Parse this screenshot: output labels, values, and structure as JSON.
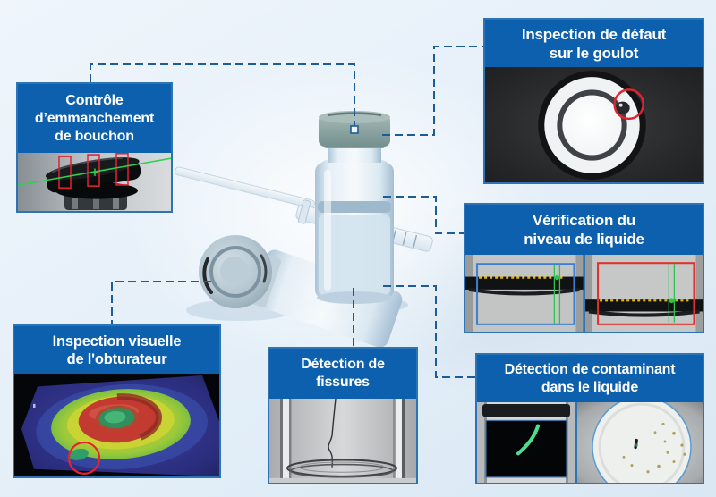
{
  "colors": {
    "header_blue": "#0d60ae",
    "border_blue": "#2e74b5",
    "connector_blue": "#1c5c99",
    "annotation_red": "#e02330",
    "annotation_green": "#2ec24e",
    "annotation_yellow": "#eab800",
    "background_light_blue": "#e6f0f9"
  },
  "callouts": [
    {
      "id": "stopper-seating",
      "title": "Contrôle\nd’emmanchement\nde bouchon",
      "image": "tilted-rubber-stopper-with-red-measure-boxes-and-green-line"
    },
    {
      "id": "neck-defect",
      "title": "Inspection de défaut\nsur le goulot",
      "image": "vial-neck-top-view-with-defect-circled-red"
    },
    {
      "id": "liquid-level",
      "title": "Vérification du\nniveau de liquide",
      "images": [
        "liquid-level-blue-roi",
        "liquid-level-red-roi"
      ]
    },
    {
      "id": "contaminant",
      "title": "Détection de contaminant\ndans le liquide",
      "images": [
        "backlit-vial-with-fiber-contaminant",
        "top-view-dish-with-particles"
      ]
    },
    {
      "id": "cracks",
      "title": "Détection de\nfissures",
      "image": "vial-bottom-with-vertical-crack"
    },
    {
      "id": "closure",
      "title": "Inspection visuelle\nde l'obturateur",
      "image": "stopper-3d-height-map-with-defect-circled-red"
    }
  ],
  "center_photo": {
    "description": "two-pharma-vials-and-syringe"
  }
}
